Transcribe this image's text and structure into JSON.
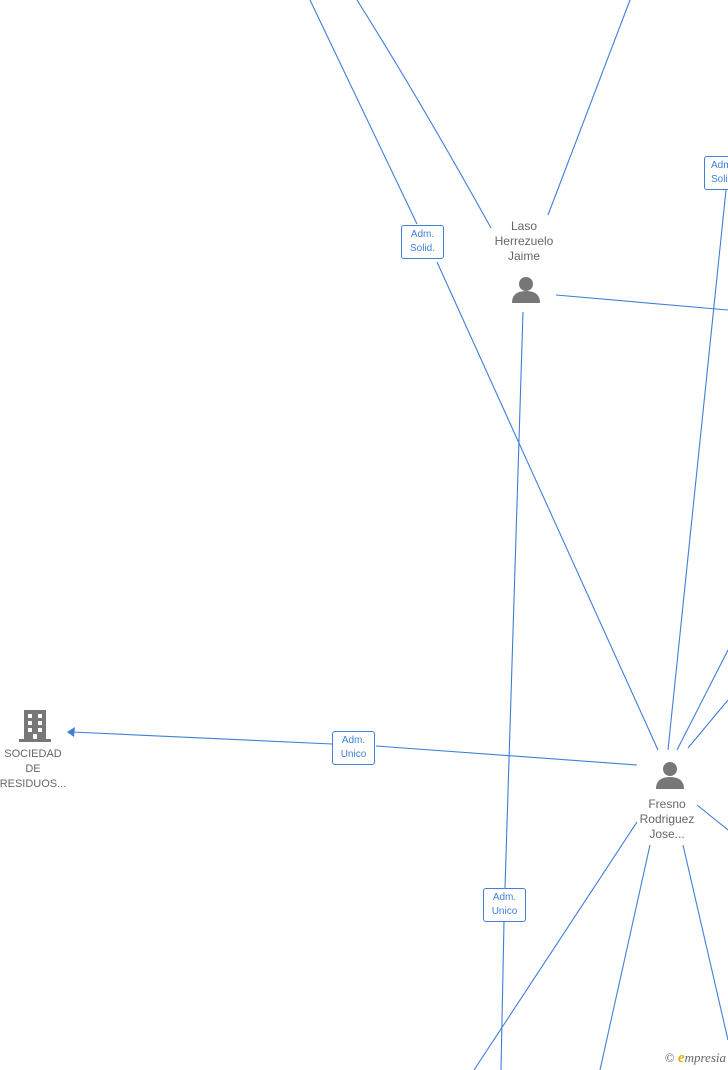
{
  "colors": {
    "edge": "#3f7fd8",
    "node_icon": "#777777",
    "label_text": "#666666"
  },
  "nodes": {
    "laso": {
      "name_lines": [
        "Laso",
        "Herrezuelo",
        "Jaime"
      ],
      "icon": "person-icon"
    },
    "fresno": {
      "name_lines": [
        "Fresno",
        "Rodriguez",
        "Jose..."
      ],
      "icon": "person-icon"
    },
    "sociedad": {
      "name_lines": [
        "SOCIEDAD",
        "DE",
        "RESIDUOS..."
      ],
      "icon": "building-icon"
    }
  },
  "edge_labels": {
    "adm_solid_1": [
      "Adm.",
      "Solid."
    ],
    "adm_solid_2": [
      "Adm",
      "Soli"
    ],
    "adm_unico_1": [
      "Adm.",
      "Unico"
    ],
    "adm_unico_2": [
      "Adm.",
      "Unico"
    ]
  },
  "watermark": {
    "symbol": "©",
    "brand_initial": "e",
    "brand_rest": "mpresia"
  }
}
